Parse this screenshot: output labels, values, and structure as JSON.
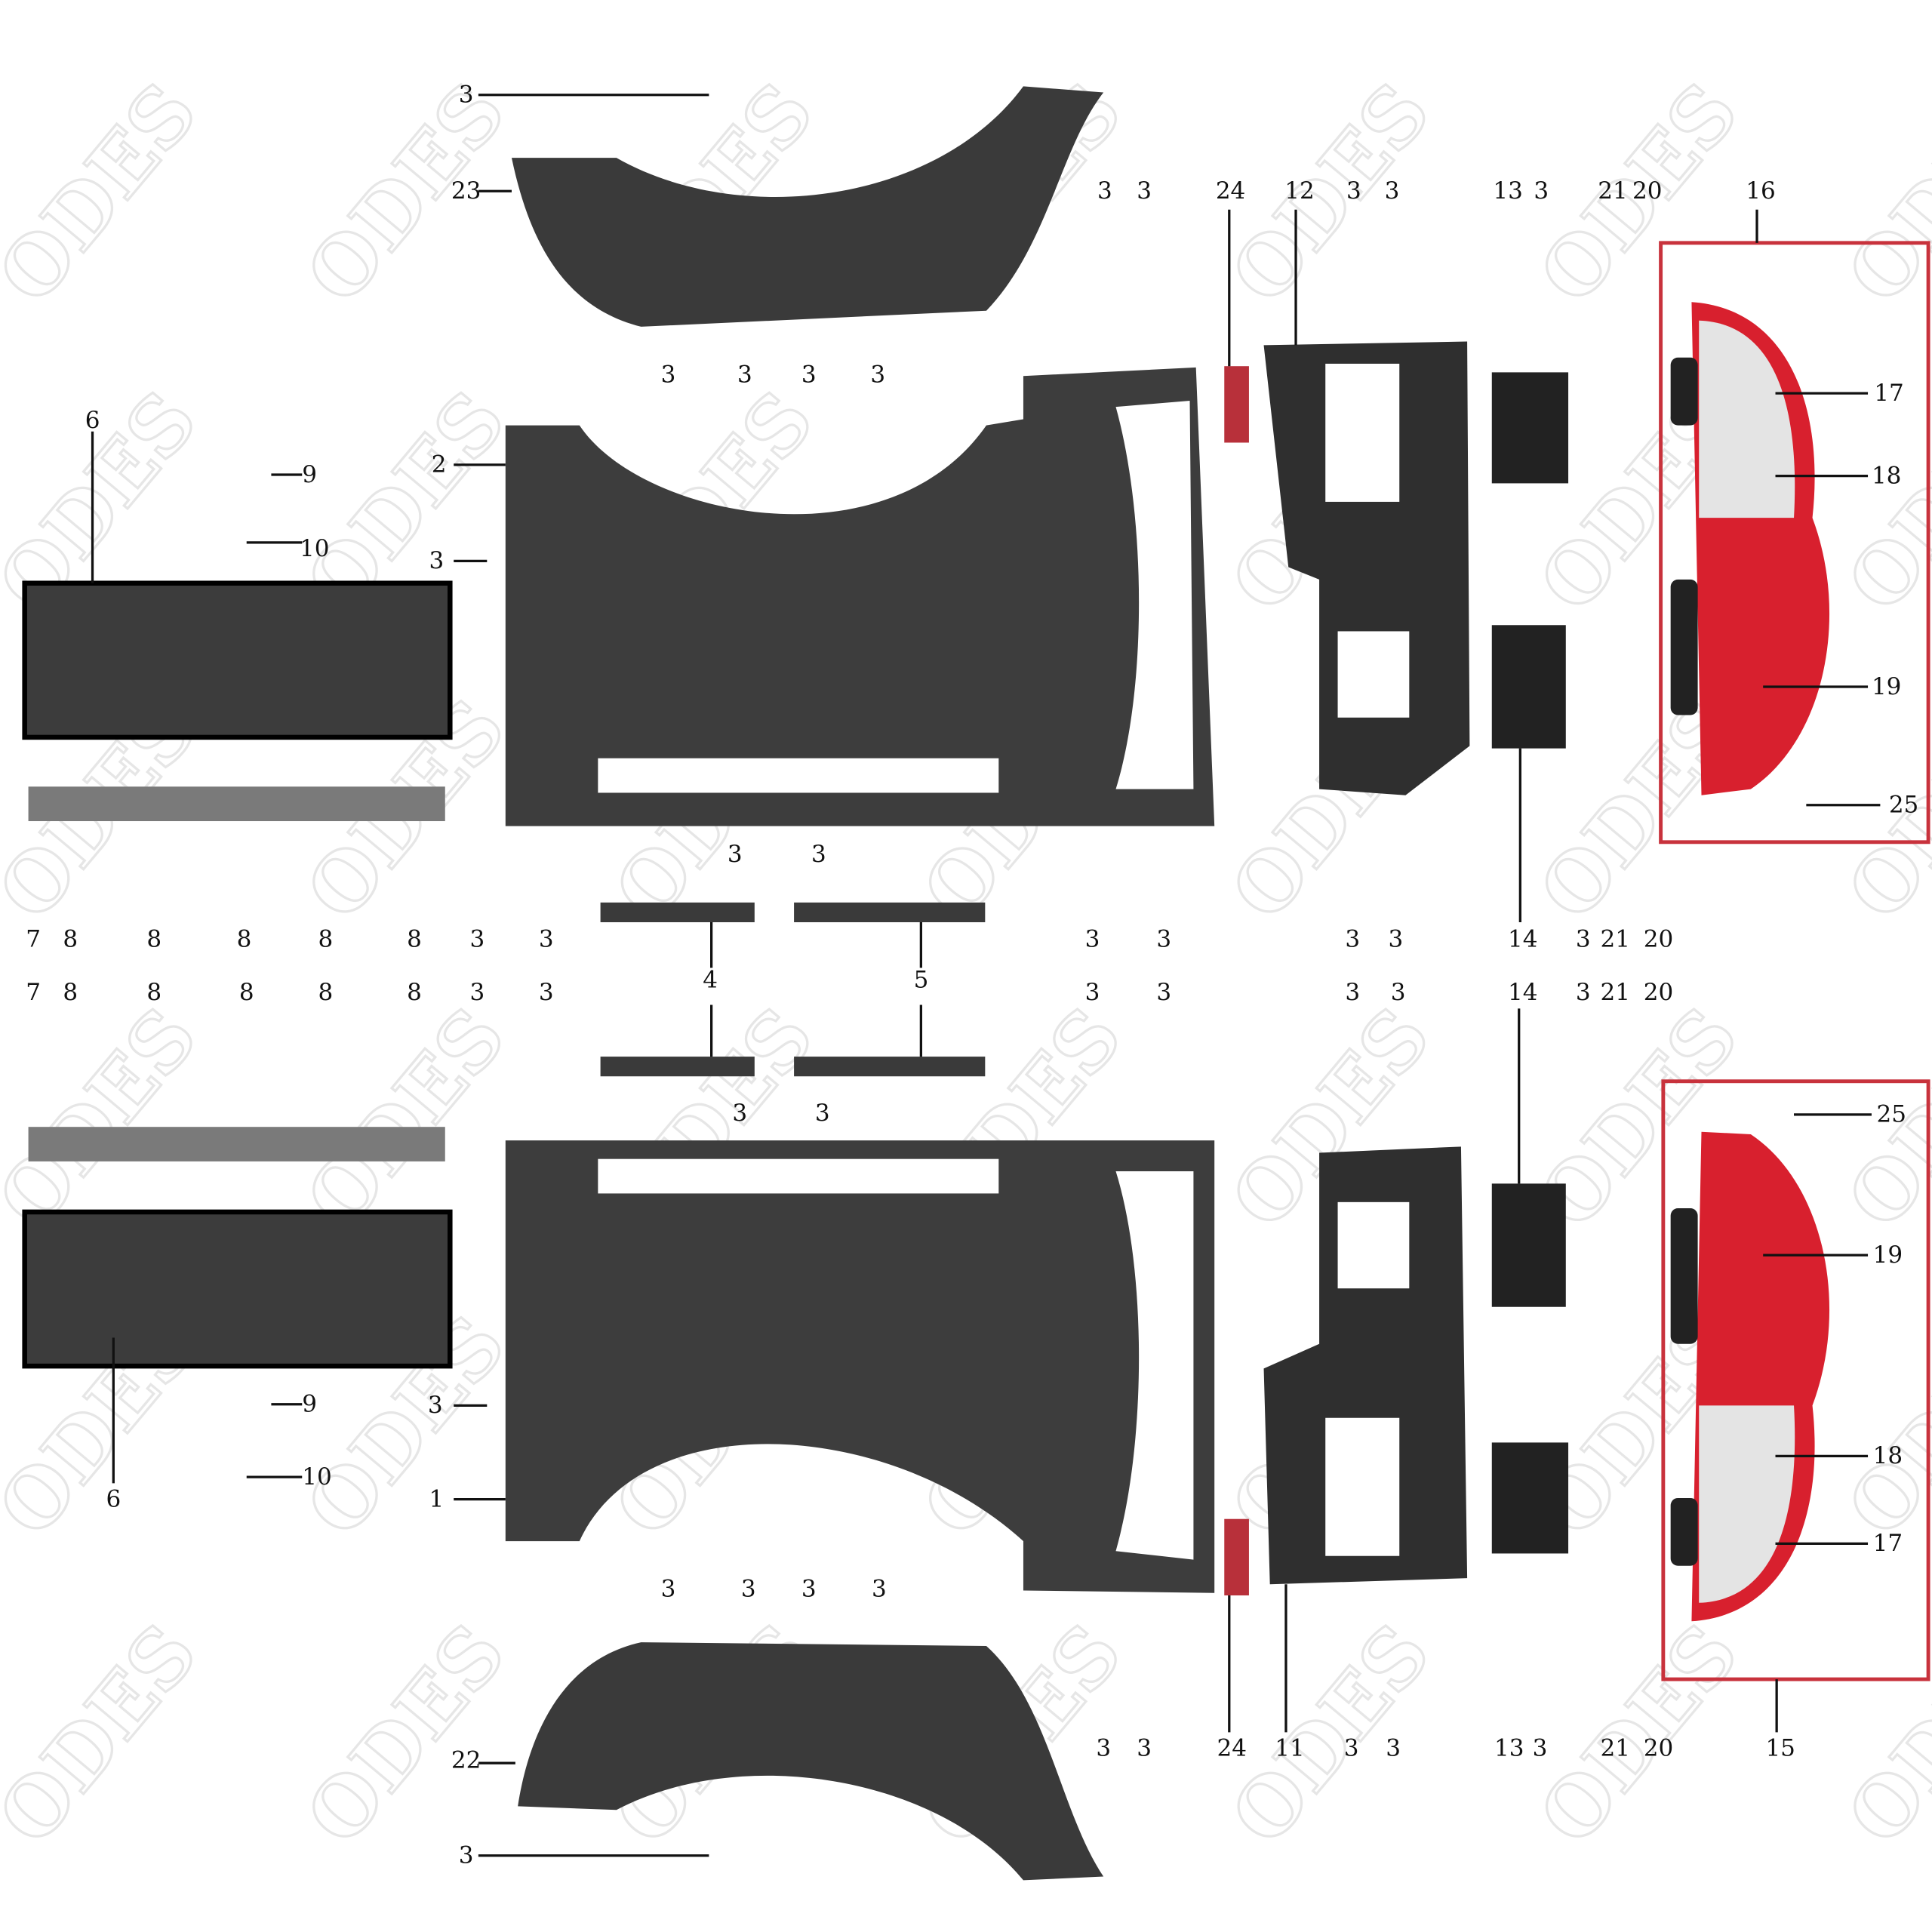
{
  "watermark": "ODES",
  "colors": {
    "part": "#3a3a3a",
    "red_box": "#c8323c",
    "lamp_red": "#d8202e",
    "red_strip": "#b8303a",
    "strip": "#7a7a7a"
  },
  "callouts": [
    "3",
    "23",
    "3",
    "3",
    "24",
    "12",
    "3",
    "3",
    "13",
    "3",
    "21",
    "20",
    "16",
    "3",
    "3",
    "3",
    "3",
    "6",
    "9",
    "10",
    "2",
    "3",
    "17",
    "18",
    "19",
    "25",
    "3",
    "3",
    "7",
    "8",
    "8",
    "8",
    "8",
    "8",
    "3",
    "3",
    "3",
    "3",
    "3",
    "3",
    "14",
    "3",
    "21",
    "20",
    "4",
    "5",
    "7",
    "8",
    "8",
    "8",
    "8",
    "8",
    "3",
    "3",
    "3",
    "3",
    "3",
    "3",
    "14",
    "3",
    "21",
    "20",
    "3",
    "3",
    "25",
    "19",
    "9",
    "10",
    "3",
    "6",
    "1",
    "18",
    "17",
    "3",
    "3",
    "3",
    "3",
    "3",
    "3",
    "24",
    "11",
    "3",
    "3",
    "13",
    "3",
    "21",
    "20",
    "15",
    "22",
    "3"
  ]
}
